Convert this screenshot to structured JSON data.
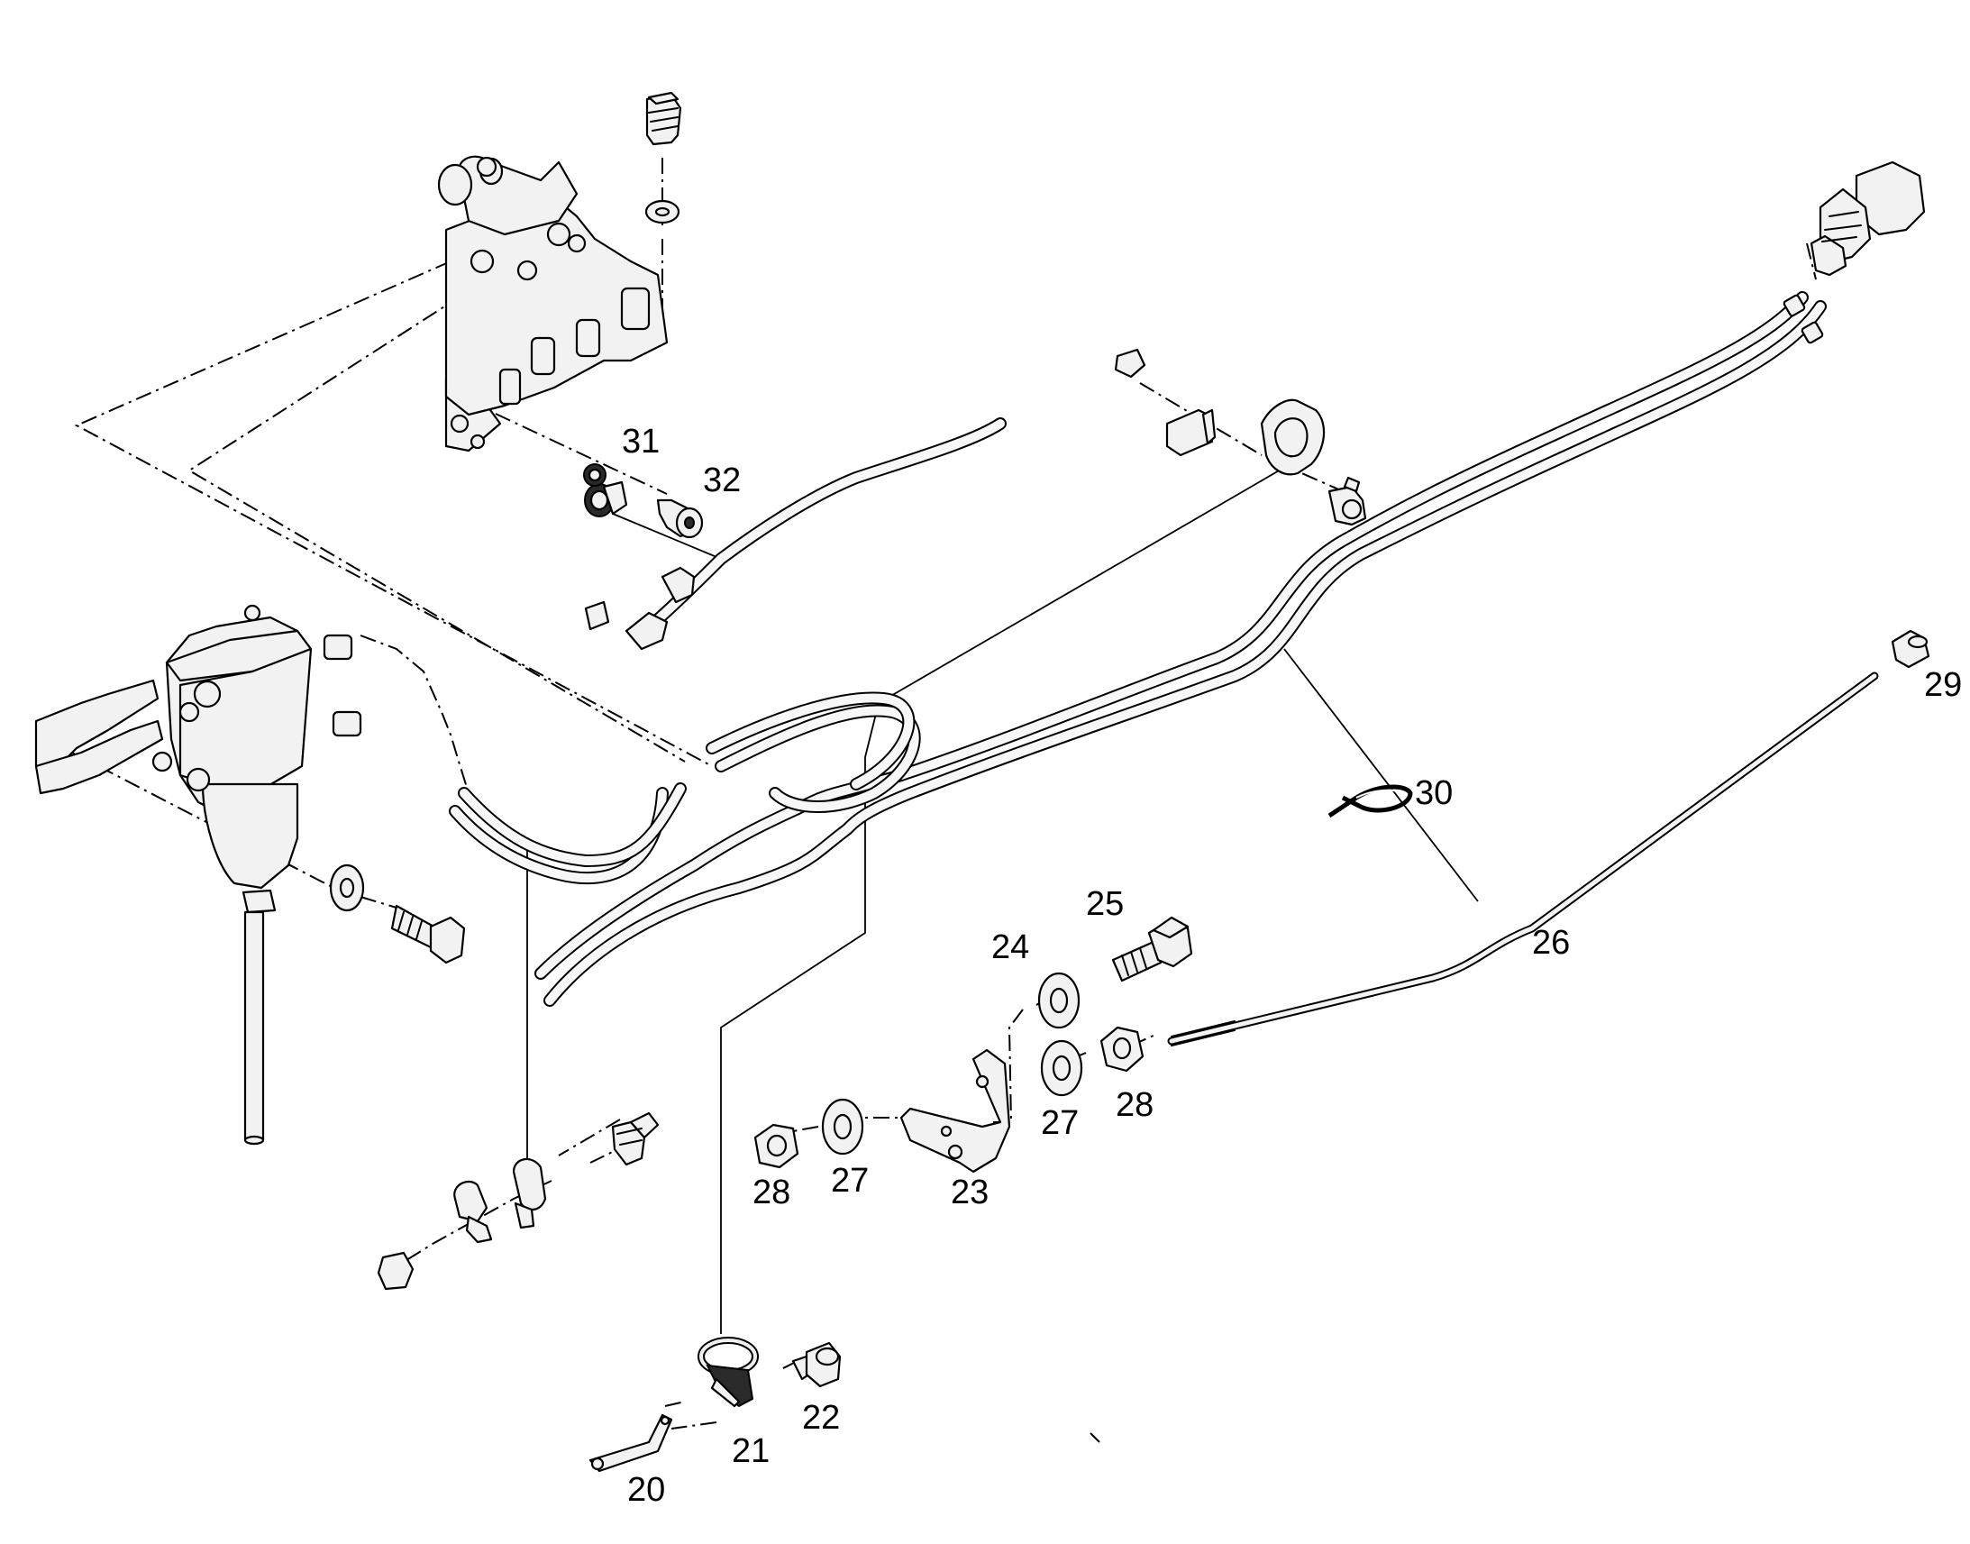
{
  "callouts": [
    {
      "id": "c20",
      "label": "20"
    },
    {
      "id": "c21",
      "label": "21"
    },
    {
      "id": "c22",
      "label": "22"
    },
    {
      "id": "c23",
      "label": "23"
    },
    {
      "id": "c24",
      "label": "24"
    },
    {
      "id": "c25",
      "label": "25"
    },
    {
      "id": "c26",
      "label": "26"
    },
    {
      "id": "c27a",
      "label": "27"
    },
    {
      "id": "c27b",
      "label": "27"
    },
    {
      "id": "c28a",
      "label": "28"
    },
    {
      "id": "c28b",
      "label": "28"
    },
    {
      "id": "c29",
      "label": "29"
    },
    {
      "id": "c30",
      "label": "30"
    },
    {
      "id": "c31",
      "label": "31"
    },
    {
      "id": "c32",
      "label": "32"
    }
  ]
}
